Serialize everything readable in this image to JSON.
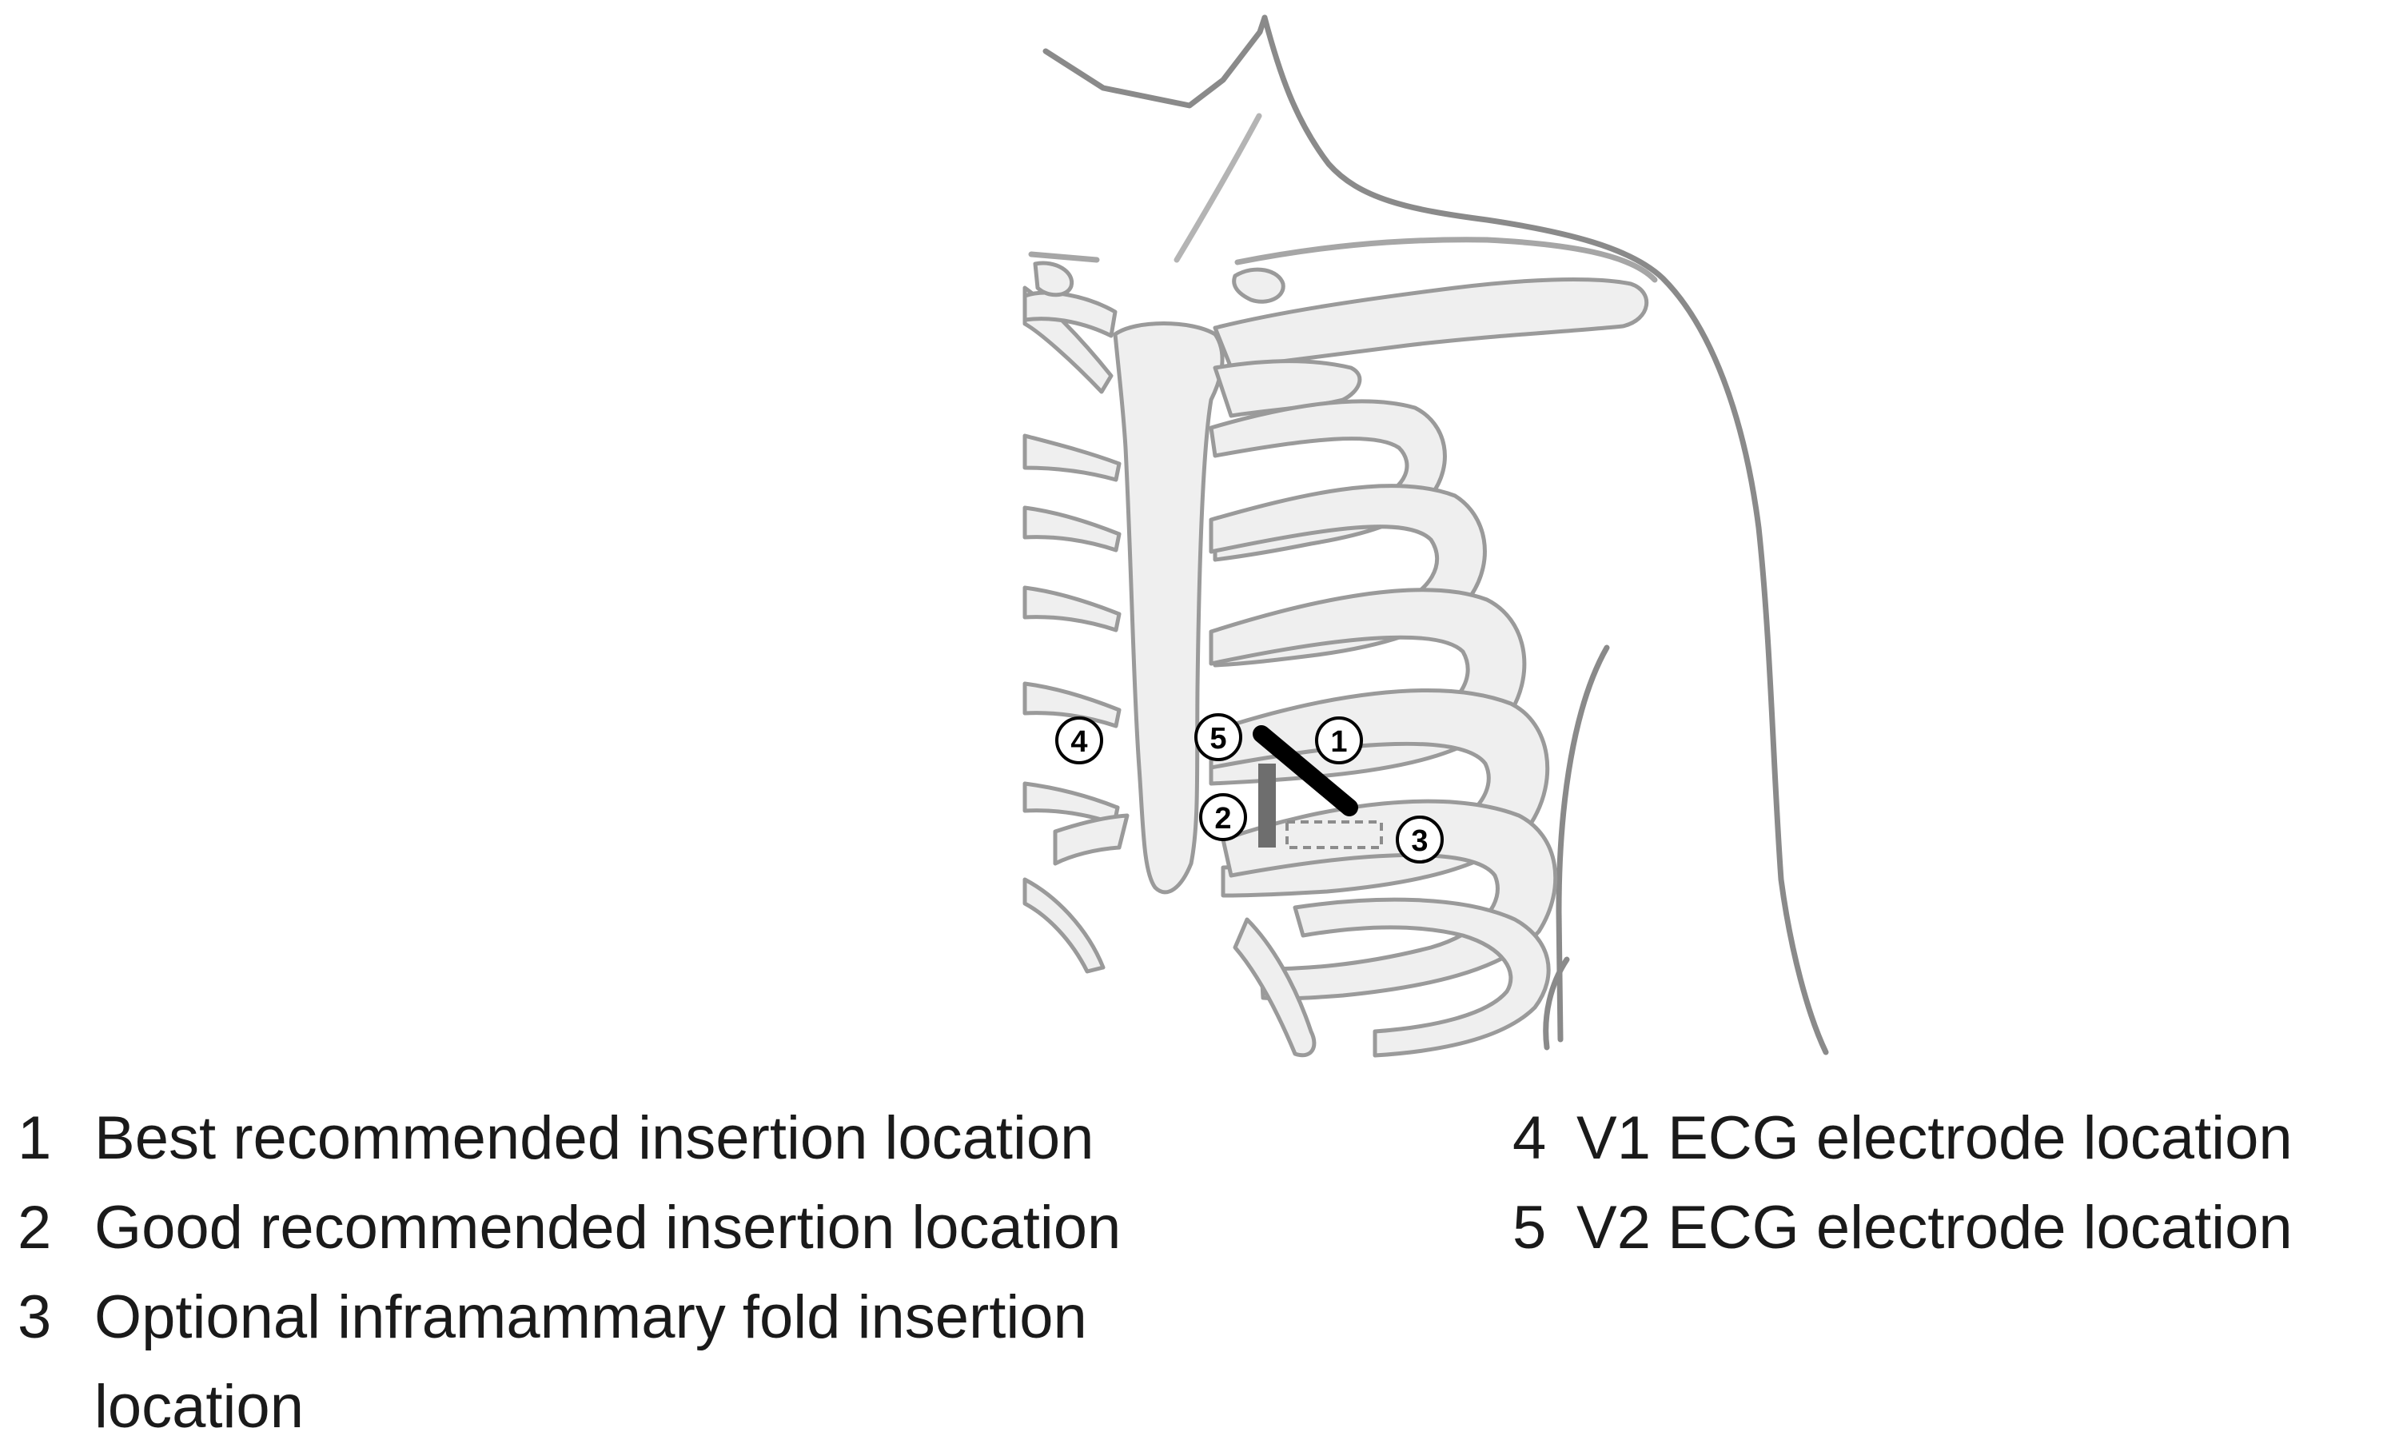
{
  "markers": [
    {
      "id": "1",
      "label": "1"
    },
    {
      "id": "2",
      "label": "2"
    },
    {
      "id": "3",
      "label": "3"
    },
    {
      "id": "4",
      "label": "4"
    },
    {
      "id": "5",
      "label": "5"
    }
  ],
  "legend": {
    "left": [
      {
        "number": "1",
        "text": "Best recommended insertion location"
      },
      {
        "number": "2",
        "text": "Good recommended insertion location"
      },
      {
        "number": "3",
        "text": "Optional inframammary fold insertion location"
      }
    ],
    "right": [
      {
        "number": "4",
        "text": "V1 ECG electrode location"
      },
      {
        "number": "5",
        "text": "V2 ECG electrode location"
      }
    ]
  },
  "colors": {
    "outline": "#8a8a8a",
    "bone_fill": "#efefef",
    "bone_stroke": "#9a9a9a",
    "best_location": "#000000",
    "good_location": "#6e6e6e",
    "optional_location": "#8c8c8c"
  }
}
